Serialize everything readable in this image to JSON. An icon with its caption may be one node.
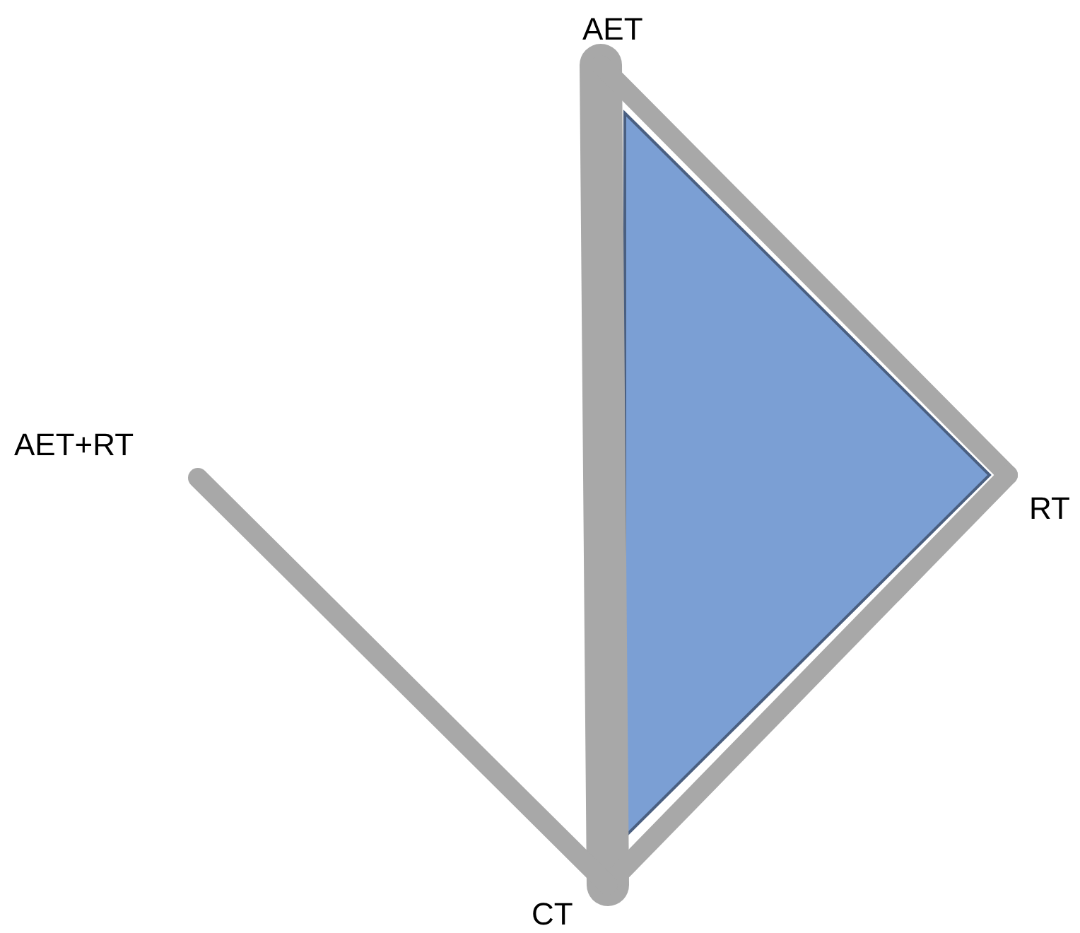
{
  "diagram": {
    "nodes": [
      {
        "text": [
          "AET"
        ]
      },
      {
        "text": [
          "AET+RT"
        ]
      },
      {
        "text": [
          "RT"
        ]
      },
      {
        "text": [
          "CT"
        ]
      }
    ],
    "edges": [
      {
        "from": 0,
        "to": 3,
        "arrow": "none",
        "style": "thick"
      },
      {
        "from": 0,
        "to": 2,
        "arrow": "none"
      },
      {
        "from": 2,
        "to": 3,
        "arrow": "none"
      },
      {
        "from": 1,
        "to": 3,
        "arrow": "none"
      }
    ]
  }
}
